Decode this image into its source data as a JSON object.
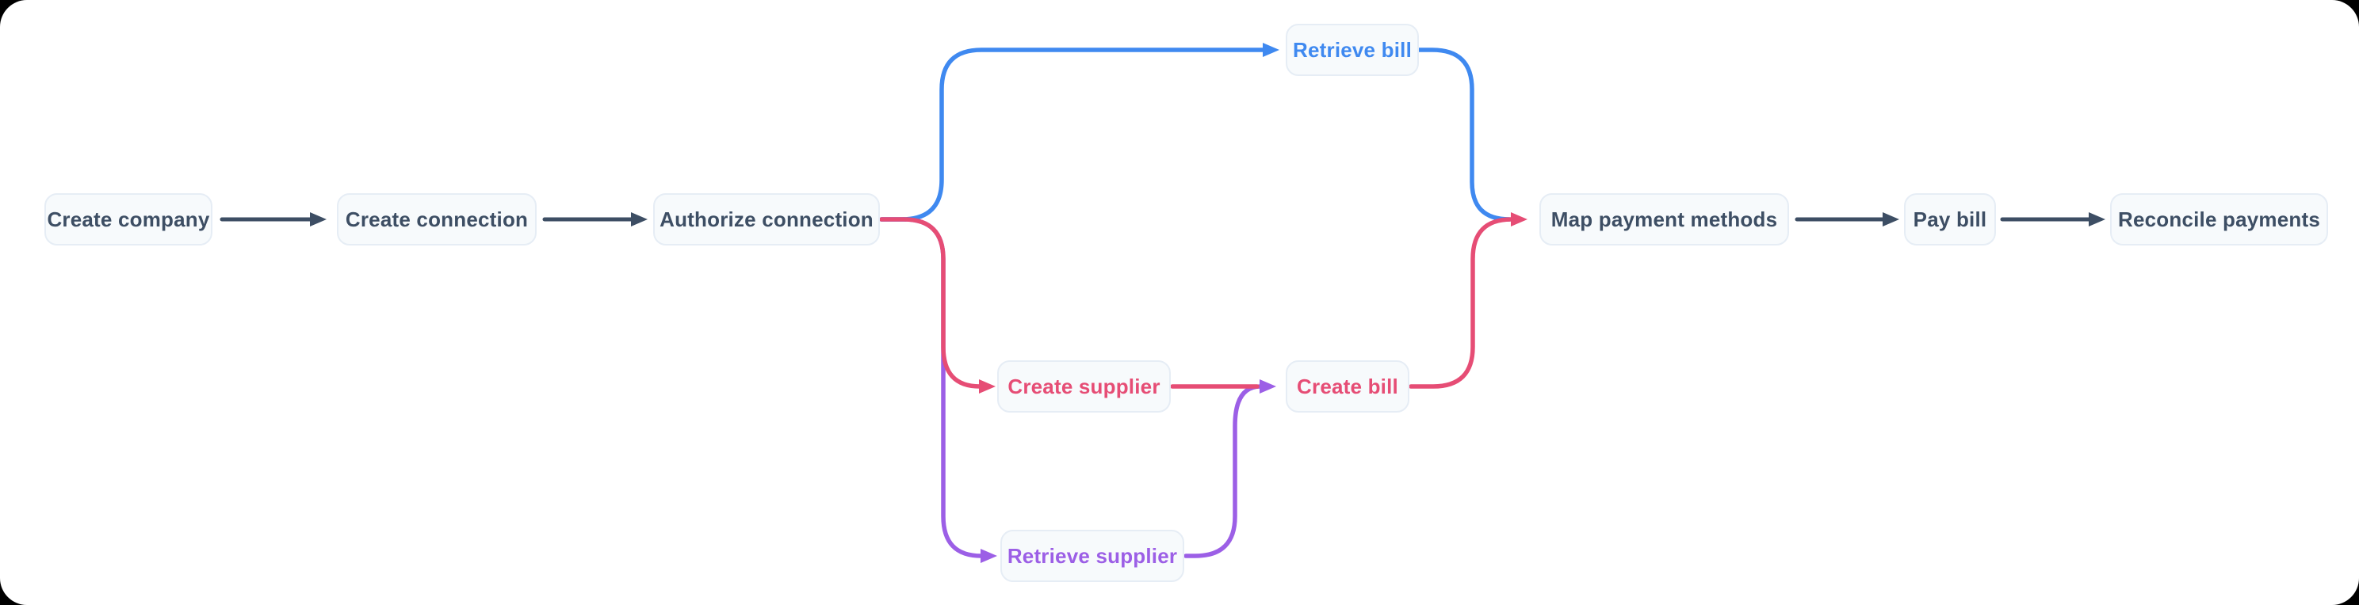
{
  "diagram": {
    "type": "flowchart",
    "nodes": [
      {
        "id": "create-company",
        "label": "Create company",
        "color_role": "default"
      },
      {
        "id": "create-connection",
        "label": "Create connection",
        "color_role": "default"
      },
      {
        "id": "authorize-connection",
        "label": "Authorize connection",
        "color_role": "default"
      },
      {
        "id": "retrieve-bill",
        "label": "Retrieve bill",
        "color_role": "blue"
      },
      {
        "id": "create-supplier",
        "label": "Create supplier",
        "color_role": "pink"
      },
      {
        "id": "create-bill",
        "label": "Create bill",
        "color_role": "pink"
      },
      {
        "id": "retrieve-supplier",
        "label": "Retrieve supplier",
        "color_role": "purple"
      },
      {
        "id": "map-payment-methods",
        "label": "Map payment methods",
        "color_role": "default"
      },
      {
        "id": "pay-bill",
        "label": "Pay bill",
        "color_role": "default"
      },
      {
        "id": "reconcile-payments",
        "label": "Reconcile payments",
        "color_role": "default"
      }
    ],
    "edges": [
      {
        "from": "create-company",
        "to": "create-connection",
        "color": "dark"
      },
      {
        "from": "create-connection",
        "to": "authorize-connection",
        "color": "dark"
      },
      {
        "from": "authorize-connection",
        "to": "retrieve-bill",
        "color": "blue"
      },
      {
        "from": "authorize-connection",
        "to": "create-supplier",
        "color": "pink"
      },
      {
        "from": "authorize-connection",
        "to": "retrieve-supplier",
        "color": "purple"
      },
      {
        "from": "create-supplier",
        "to": "create-bill",
        "color": "pink"
      },
      {
        "from": "retrieve-supplier",
        "to": "create-bill",
        "color": "purple"
      },
      {
        "from": "retrieve-bill",
        "to": "map-payment-methods",
        "color": "blue"
      },
      {
        "from": "create-bill",
        "to": "map-payment-methods",
        "color": "pink"
      },
      {
        "from": "map-payment-methods",
        "to": "pay-bill",
        "color": "dark"
      },
      {
        "from": "pay-bill",
        "to": "reconcile-payments",
        "color": "dark"
      }
    ],
    "colors": {
      "dark": "#3d4e64",
      "blue": "#3f89f0",
      "pink": "#e64d75",
      "purple": "#9c5fe6",
      "node_background": "#f7fafc",
      "node_border": "#e6edf5",
      "canvas": "#ffffff",
      "outer": "#000000"
    }
  }
}
